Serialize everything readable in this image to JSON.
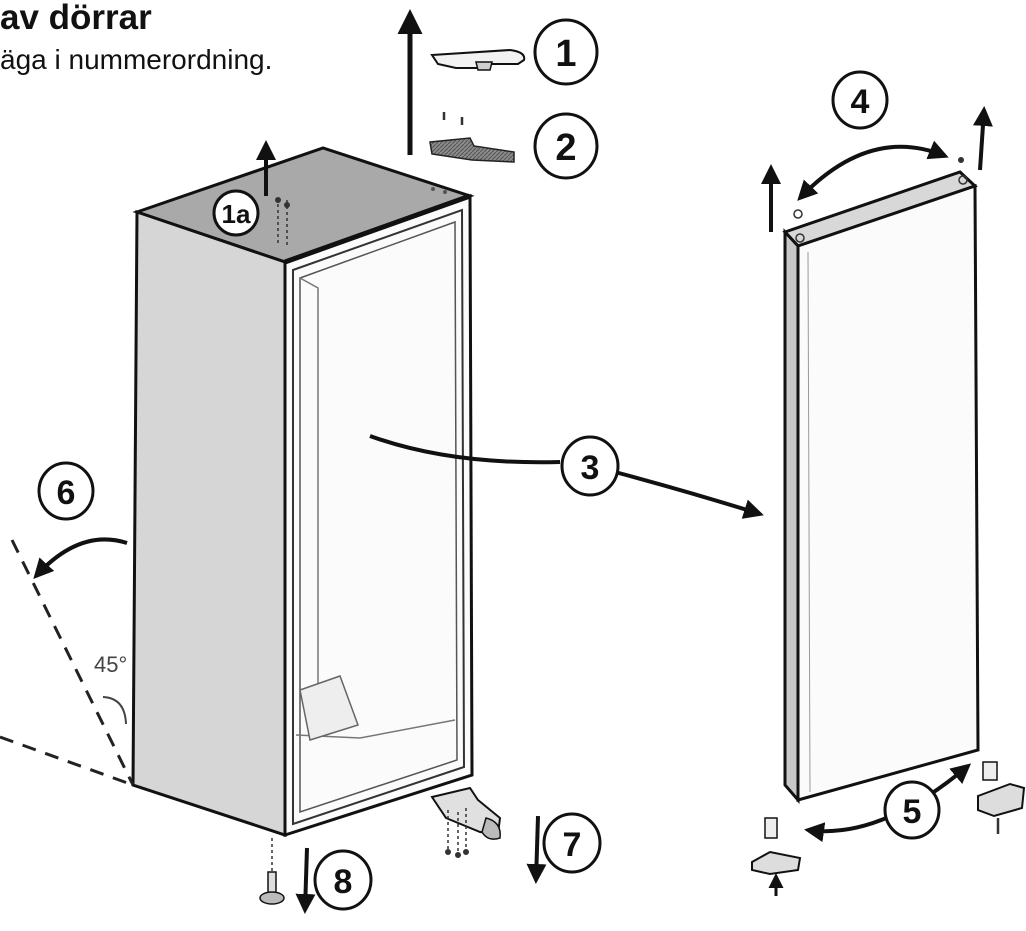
{
  "header": {
    "title": "av dörrar",
    "instruction": "äga i nummerordning."
  },
  "steps": [
    "1",
    "1a",
    "2",
    "3",
    "4",
    "5",
    "6",
    "7",
    "8"
  ],
  "angle_label": "45°"
}
